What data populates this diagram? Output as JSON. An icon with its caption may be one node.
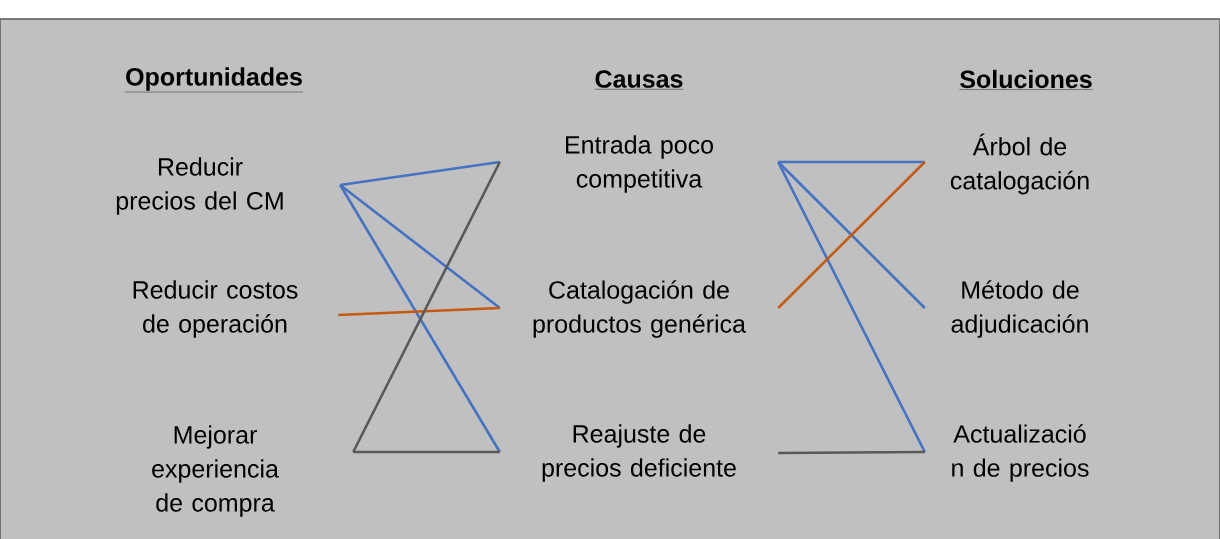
{
  "diagram": {
    "nodes": [
      {
        "text": [
          "Reducir precios del CM"
        ]
      },
      {
        "text": [
          "Reducir costos de operación"
        ]
      },
      {
        "text": [
          "Mejorar experiencia de compra"
        ]
      },
      {
        "text": [
          "Entrada poco competitiva"
        ]
      },
      {
        "text": [
          "Catalogación de productos genérica"
        ]
      },
      {
        "text": [
          "Reajuste de precios deficiente"
        ]
      },
      {
        "text": [
          "Árbol de catalogación"
        ]
      },
      {
        "text": [
          "Método de adjudicación"
        ]
      },
      {
        "text": [
          "Actualizació n de precios"
        ]
      }
    ],
    "edges": [
      {
        "from": 0,
        "to": 3,
        "arrow": "none"
      },
      {
        "from": 0,
        "to": 4,
        "arrow": "none"
      },
      {
        "from": 0,
        "to": 5,
        "arrow": "none"
      },
      {
        "from": 1,
        "to": 4,
        "arrow": "none",
        "color": "#c55a11"
      },
      {
        "from": 2,
        "to": 3,
        "arrow": "none",
        "color": "#595959"
      },
      {
        "from": 2,
        "to": 5,
        "arrow": "none",
        "color": "#595959"
      },
      {
        "from": 3,
        "to": 6,
        "arrow": "none"
      },
      {
        "from": 3,
        "to": 7,
        "arrow": "none"
      },
      {
        "from": 3,
        "to": 8,
        "arrow": "none"
      },
      {
        "from": 4,
        "to": 6,
        "arrow": "none",
        "color": "#c55a11"
      },
      {
        "from": 5,
        "to": 8,
        "arrow": "none",
        "color": "#595959"
      }
    ],
    "labels": [
      "Oportunidades",
      "Causas",
      "Soluciones"
    ]
  }
}
